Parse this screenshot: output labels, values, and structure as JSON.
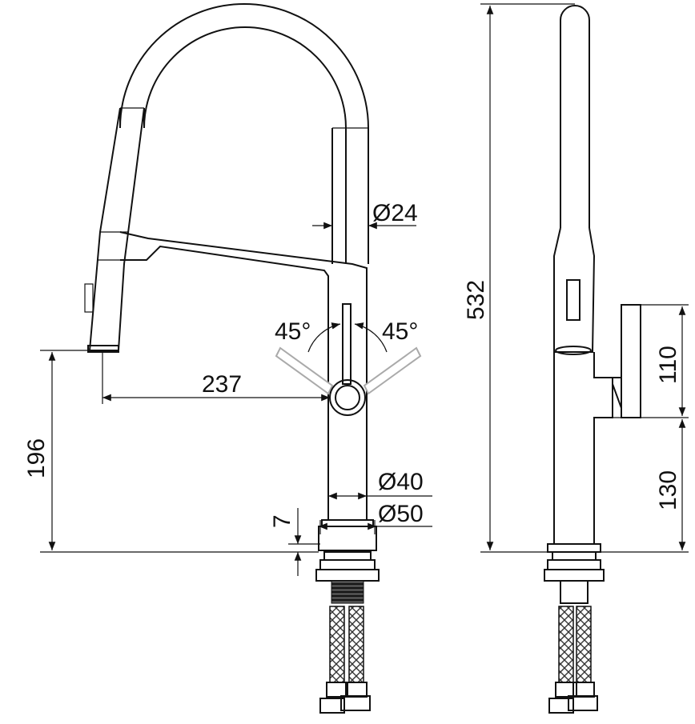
{
  "drawing": {
    "front_view": {
      "dimensions": {
        "spout_diameter": "Ø24",
        "body_diameter": "Ø40",
        "base_diameter": "Ø50",
        "lever_angle_left": "45°",
        "lever_angle_right": "45°",
        "reach": "237",
        "spray_height": "196",
        "base_thickness": "7"
      }
    },
    "side_view": {
      "dimensions": {
        "total_height": "532",
        "holder_height": "110",
        "holder_elevation": "130"
      }
    },
    "colors": {
      "line": "#111111",
      "ghost": "#aaaaaa"
    }
  }
}
